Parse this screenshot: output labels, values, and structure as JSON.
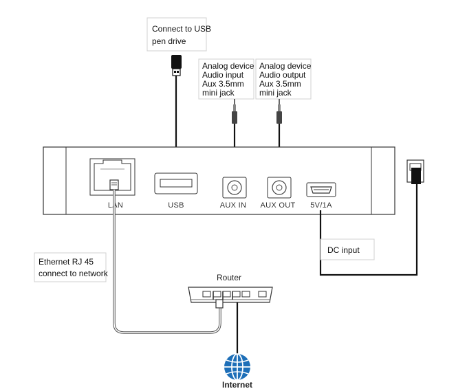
{
  "callouts": {
    "usb_note": [
      "Connect to USB",
      "pen drive"
    ],
    "aux_in_note": [
      "Analog device",
      "Audio input",
      "Aux 3.5mm",
      "mini jack"
    ],
    "aux_out_note": [
      "Analog device",
      "Audio output",
      "Aux 3.5mm",
      "mini jack"
    ],
    "ethernet_note": [
      "Ethernet RJ 45",
      "connect to network"
    ],
    "dc_note": "DC input"
  },
  "ports": {
    "lan": "LAN",
    "usb": "USB",
    "aux_in": "AUX IN",
    "aux_out": "AUX OUT",
    "power": "5V/1A"
  },
  "router_label": "Router",
  "internet_label": "Internet"
}
